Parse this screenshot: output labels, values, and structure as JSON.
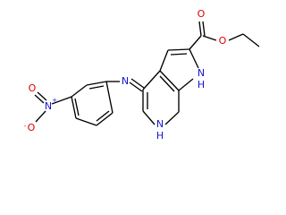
{
  "molecule": {
    "atoms": {
      "ester_o_carbonyl": "O",
      "ester_o_alkoxy": "O",
      "amine_n": "N",
      "nitro_n": "N",
      "nitro_o_top": "O",
      "nitro_o_bottom": "O",
      "ring_nh_top": "N",
      "ring_nh_bottom": "N",
      "ring_nh_top_h": "H",
      "ring_nh_bottom_h": "H",
      "nitro_charge_plus": "+",
      "nitro_charge_minus": "-"
    }
  },
  "colors": {
    "bond": "#000000",
    "nitrogen": "#1414d4",
    "oxygen": "#e00000"
  }
}
